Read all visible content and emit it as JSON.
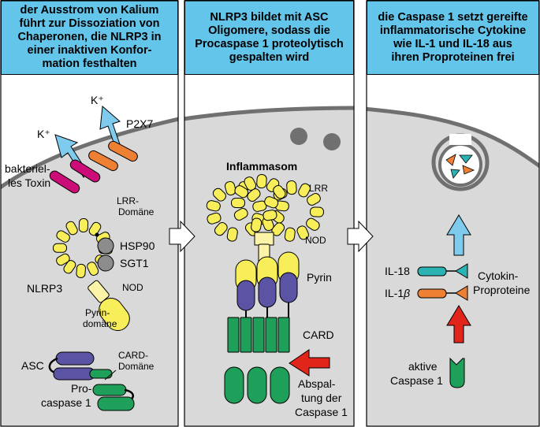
{
  "panels": [
    {
      "header": "der Ausstrom von Kalium führt zur Dissoziation von Chaperonen, die NLRP3 in einer inaktiven Konformation festhalten",
      "header_lines": [
        "der Ausstrom von Kalium",
        "führt zur Dissoziation von",
        "Chaperonen, die NLRP3 in",
        "einer inaktiven Konfor-",
        "mation festhalten"
      ]
    },
    {
      "header": "NLRP3 bildet mit ASC Oligomere, sodass die Procaspase 1 proteolytisch gespalten wird",
      "header_lines": [
        "NLRP3 bildet mit ASC",
        "Oligomere, sodass die",
        "Procaspase 1 proteolytisch",
        "gespalten wird"
      ]
    },
    {
      "header": "die Caspase 1 setzt gereifte inflammatorische Cytokine wie IL-1 und IL-18 aus ihren Proproteinen frei",
      "header_lines": [
        "die Caspase 1 setzt gereifte",
        "inflammatorische Cytokine",
        "wie IL-1 und IL-18 aus",
        "ihren Proproteinen frei"
      ]
    }
  ],
  "labels": {
    "k_plus_1": "K⁺",
    "k_plus_2": "K⁺",
    "p2x7": "P2X7",
    "toxin_1": "bakteriel-",
    "toxin_2": "les Toxin",
    "lrr_domain_1": "LRR-",
    "lrr_domain_2": "Domäne",
    "hsp90": "HSP90",
    "sgt1": "SGT1",
    "nlrp3": "NLRP3",
    "nod_1": "NOD",
    "pyrin_domain_1": "Pyrin-",
    "pyrin_domain_2": "domäne",
    "asc": "ASC",
    "card_domain_1": "CARD-",
    "card_domain_2": "Domäne",
    "procaspase_1": "Pro-",
    "procaspase_2": "caspase 1",
    "inflammasome": "Inflammasom",
    "lrr_2": "LRR",
    "nod_2": "NOD",
    "pyrin": "Pyrin",
    "card": "CARD",
    "cleavage_1": "Abspal-",
    "cleavage_2": "tung der",
    "cleavage_3": "Caspase 1",
    "il18": "IL-18",
    "il1b_prefix": "IL-1",
    "il1b_greek": "β",
    "cytokine_1": "Cytokin-",
    "cytokine_2": "Proproteine",
    "active_casp_1": "aktive",
    "active_casp_2": "Caspase 1"
  },
  "colors": {
    "header": "#63c5ea",
    "cell": "#d9d9d9",
    "yellow": "#f7ee5a",
    "purple": "#5b53a4",
    "green": "#1fa05a",
    "red": "#e1251b",
    "blue": "#7ecbee",
    "orange": "#ee8033",
    "magenta": "#cc0d78",
    "teal": "#2bb3b3",
    "gray_dot": "#8c8c8c"
  }
}
